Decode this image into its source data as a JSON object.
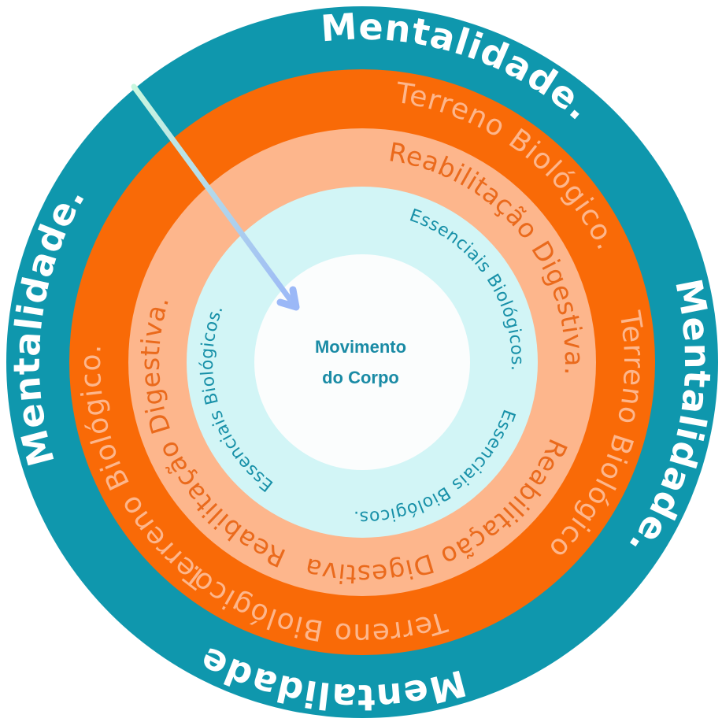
{
  "colors": {
    "background": "#ffffff",
    "ring_mentalidade": "#0f97ad",
    "ring_terreno": "#f96a07",
    "ring_reabilitacao": "#fdb68c",
    "ring_essenciais": "#d2f5f6",
    "core": "#fbfdfd",
    "text_mentalidade": "#ffffff",
    "text_terreno": "#fdb68c",
    "text_reabilitacao": "#ea6a1c",
    "text_essenciais": "#1790a8",
    "text_core": "#1a8ba5",
    "arrow_start": "#c9f7df",
    "arrow_end": "#9bb8f7"
  },
  "rings": [
    {
      "id": "mentalidade",
      "name": "Mentalidade",
      "labels": [
        "Mentalidade.",
        "Mentalidade.",
        "Mentalidade",
        "Mentalidade."
      ]
    },
    {
      "id": "terreno",
      "name": "Terreno Biológico",
      "labels": [
        "Terreno Biológico.",
        "Terreno Biológico",
        "Terreno Biológico.",
        "Terreno Biológico."
      ]
    },
    {
      "id": "reabilitacao",
      "name": "Reabilitação Digestiva",
      "labels": [
        "Reabilitação Digestiva.",
        "Reabilitação Digestiva",
        "Reabilitação Digestiva."
      ]
    },
    {
      "id": "essenciais",
      "name": "Essenciais Biológicos",
      "labels": [
        "Essenciais Biológicos.",
        "Essenciais Biológicos.",
        "Essenciais Biológicos."
      ]
    }
  ],
  "core": {
    "line1": "Movimento",
    "line2": "do Corpo"
  },
  "arrow": {
    "icon": "arrow-down-right-icon",
    "points_to": "Movimento do Corpo"
  }
}
